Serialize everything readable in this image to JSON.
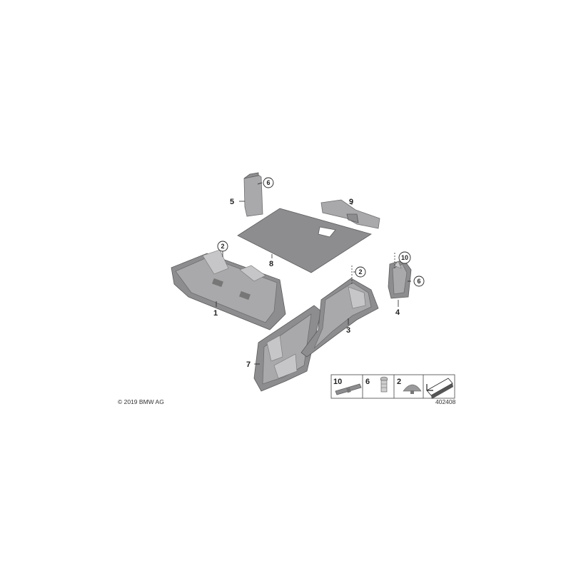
{
  "callouts": {
    "p1": "1",
    "p2a": "2",
    "p2b": "2",
    "p3": "3",
    "p4": "4",
    "p5": "5",
    "p6a": "6",
    "p6b": "6",
    "p7": "7",
    "p8": "8",
    "p9": "9",
    "p10": "10"
  },
  "legend": {
    "items": [
      "10",
      "6",
      "2"
    ]
  },
  "copyright": "© 2019 BMW AG",
  "diagram_id": "402408"
}
